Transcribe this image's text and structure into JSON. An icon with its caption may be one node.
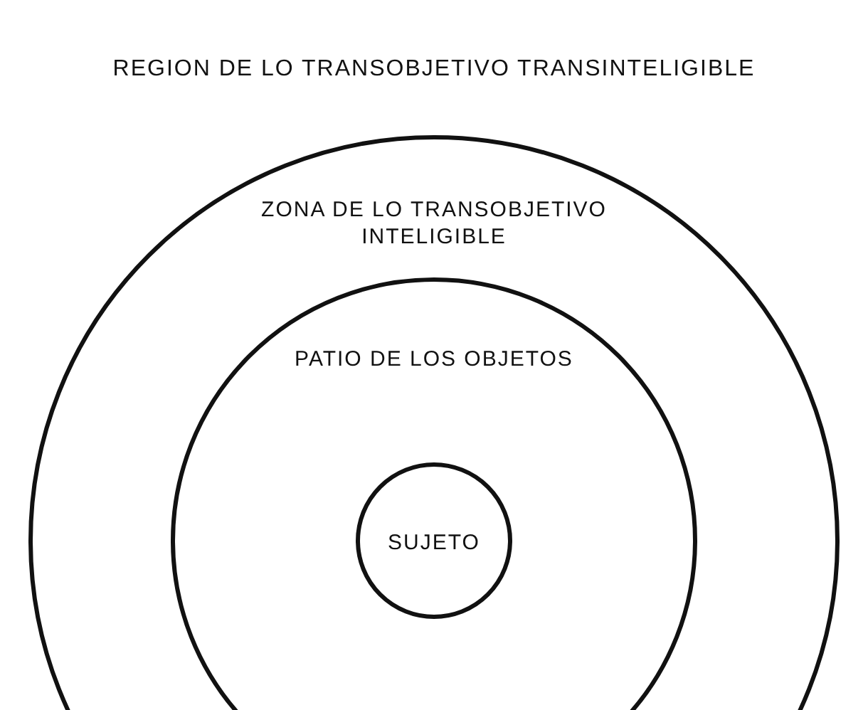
{
  "diagram": {
    "nodes": [
      {
        "text": [
          "ZONA DE LO TRANSOBJETIVO INTELIGIBLE"
        ]
      },
      {
        "text": [
          "PATIO DE LOS OBJETOS"
        ],
        "in": 0
      },
      {
        "text": [
          "SUJETO"
        ],
        "in": 1
      }
    ],
    "labels": [
      "REGION DE LO TRANSOBJETIVO TRANSINTELIGIBLE"
    ]
  }
}
